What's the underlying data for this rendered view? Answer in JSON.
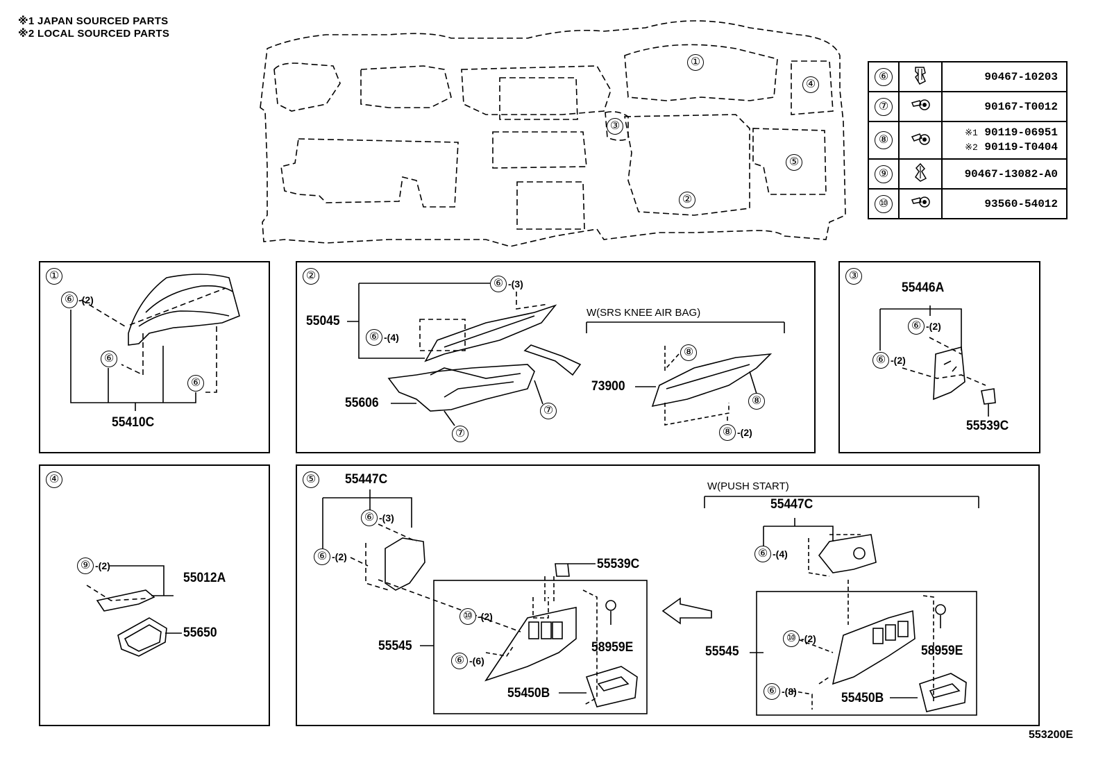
{
  "legend": {
    "line1": "※1 JAPAN SOURCED PARTS",
    "line2": "※2 LOCAL SOURCED PARTS"
  },
  "overview_callouts": [
    "①",
    "②",
    "③",
    "④",
    "⑤"
  ],
  "fastener_table": [
    {
      "ref": "⑥",
      "icon": "clip-icon",
      "pn1": "90467-10203"
    },
    {
      "ref": "⑦",
      "icon": "screw-icon",
      "pn1": "90167-T0012"
    },
    {
      "ref": "⑧",
      "icon": "screw-icon",
      "mark1": "※1",
      "pn1": "90119-06951",
      "mark2": "※2",
      "pn2": "90119-T0404"
    },
    {
      "ref": "⑨",
      "icon": "clip-icon",
      "pn1": "90467-13082-A0"
    },
    {
      "ref": "⑩",
      "icon": "screw-icon",
      "pn1": "93560-54012"
    }
  ],
  "panel1": {
    "id": "①",
    "part": "55410C",
    "c6": "⑥",
    "q2": "-(2)"
  },
  "panel2": {
    "id": "②",
    "cond": "W(SRS KNEE AIR BAG)",
    "p55045": "55045",
    "p55606": "55606",
    "p73900": "73900",
    "c6": "⑥",
    "c7": "⑦",
    "c8": "⑧",
    "q3": "-(3)",
    "q4": "-(4)",
    "q2": "-(2)"
  },
  "panel3": {
    "id": "③",
    "p55446A": "55446A",
    "p55539C": "55539C",
    "c6": "⑥",
    "q2": "-(2)"
  },
  "panel4": {
    "id": "④",
    "p55012A": "55012A",
    "p55650": "55650",
    "c9": "⑨",
    "q2": "-(2)"
  },
  "panel5": {
    "id": "⑤",
    "cond": "W(PUSH START)",
    "p55447C": "55447C",
    "p55539C": "55539C",
    "p58959E": "58959E",
    "p55545": "55545",
    "p55450B": "55450B",
    "c6": "⑥",
    "c10": "⑩",
    "q2": "-(2)",
    "q3": "-(3)",
    "q4": "-(4)",
    "q6": "-(6)",
    "q8": "-(8)"
  },
  "figure_id": "553200E"
}
